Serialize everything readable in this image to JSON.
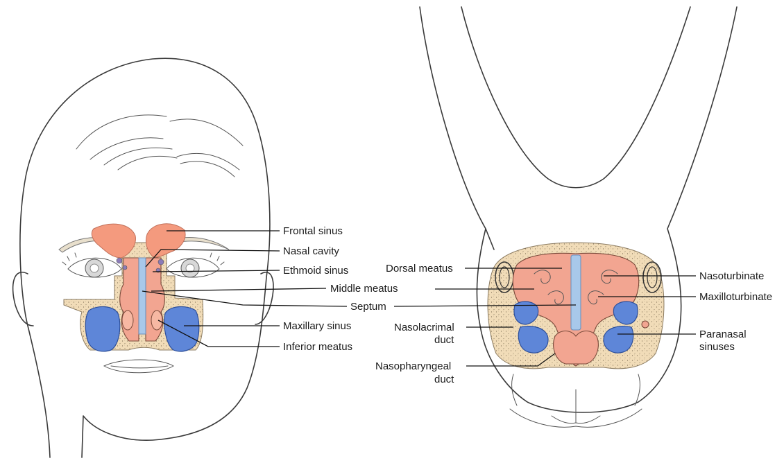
{
  "human_labels": {
    "frontal_sinus": "Frontal sinus",
    "nasal_cavity": "Nasal cavity",
    "ethmoid_sinus": "Ethmoid sinus",
    "middle_meatus": "Middle meatus",
    "septum": "Septum",
    "maxillary_sinus": "Maxillary sinus",
    "inferior_meatus": "Inferior meatus"
  },
  "rabbit_labels": {
    "dorsal_meatus": "Dorsal meatus",
    "nasolacrimal_duct_1": "Nasolacrimal",
    "nasolacrimal_duct_2": "duct",
    "nasopharyngeal_duct_1": "Nasopharyngeal",
    "nasopharyngeal_duct_2": "duct",
    "nasoturbinate": "Nasoturbinate",
    "maxilloturbinate": "Maxilloturbinate",
    "paranasal_sinuses_1": "Paranasal",
    "paranasal_sinuses_2": "sinuses"
  },
  "colors": {
    "sinus_blue": "#5e86d8",
    "mucosa_pink": "#f2a591",
    "frontal_orange": "#f49a7e",
    "bone_tan": "#f1dcb8",
    "septum_blue": "#a8c8ea"
  }
}
